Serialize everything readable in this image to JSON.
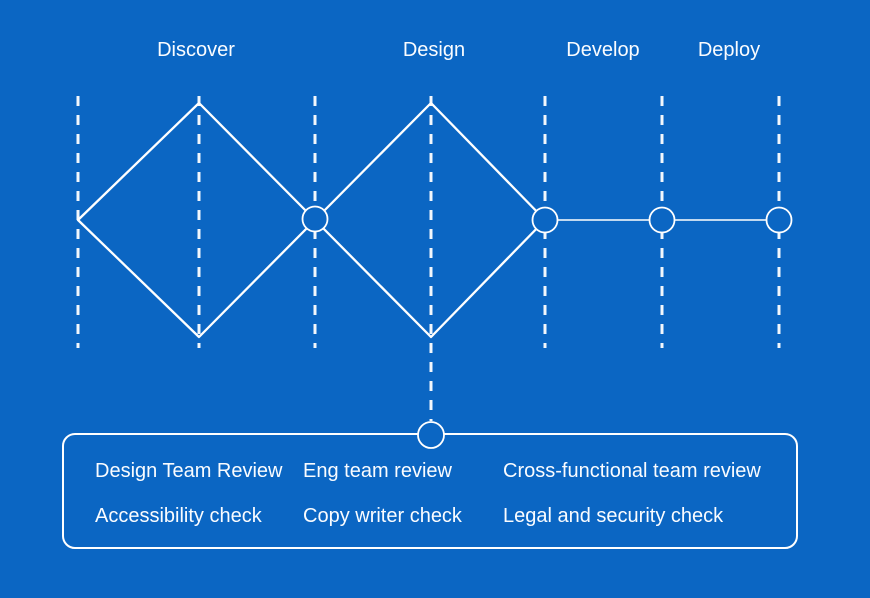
{
  "colors": {
    "background": "#0B66C3",
    "line": "#FFFFFF",
    "text": "#FAFCFF"
  },
  "phases": [
    {
      "label": "Discover"
    },
    {
      "label": "Design"
    },
    {
      "label": "Develop"
    },
    {
      "label": "Deploy"
    }
  ],
  "review_box": {
    "rows": [
      [
        "Design Team Review",
        "Eng team review",
        "Cross-functional team review"
      ],
      [
        "Accessibility check",
        "Copy writer check",
        "Legal and security check"
      ]
    ]
  }
}
